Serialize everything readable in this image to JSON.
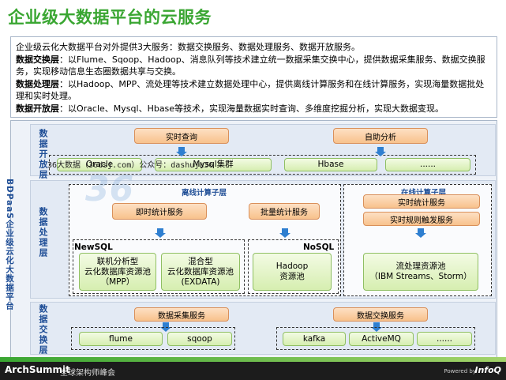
{
  "title": "企业级大数据平台的云服务",
  "intro": {
    "line1": "企业级云化大数据平台对外提供3大服务：数据交换服务、数据处理服务、数据开放服务。",
    "exchange_head": "数据交换层",
    "exchange_text": "：以Flume、Sqoop、Hadoop、消息队列等技术建立统一数据采集交换中心，提供数据采集服务、数据交换服务，实现移动信息生态圈数据共享与交换。",
    "process_head": "数据处理层",
    "process_text": "：以Hadoop、MPP、流处理等技术建立数据处理中心，提供离线计算服务和在线计算服务，实现海量数据批处理和实时处理。",
    "open_head": "数据开放层",
    "open_text": "：以Oracle、Mysql、Hbase等技术，实现海量数据实时查询、多维度挖掘分析，实现大数据变现。"
  },
  "platform_label": "BDPaaS企业级云化大数据平台",
  "layers": {
    "open": {
      "label": "数据开放层",
      "services": [
        "实时查询",
        "自助分析"
      ],
      "stores": [
        "Oracle",
        "Mysql集群",
        "Hbase",
        "......"
      ]
    },
    "process": {
      "label": "数据处理层",
      "offline_title": "离线计算子层",
      "online_title": "在线计算子层",
      "offline_services": [
        "即时统计服务",
        "批量统计服务"
      ],
      "online_services": [
        "实时统计服务",
        "实时规则触发服务"
      ],
      "newsql_label": "NewSQL",
      "nosql_label": "NoSQL",
      "mpp_pool": "联机分析型\n云化数据库资源池\n（MPP）",
      "exdata_pool": "混合型\n云化数据库资源池\n(EXDATA)",
      "hadoop_pool": "Hadoop\n资源池",
      "stream_pool": "流处理资源池\n（IBM Streams、Storm）"
    },
    "exchange": {
      "label": "数据交换层",
      "services": [
        "数据采集服务",
        "数据交换服务"
      ],
      "tools": [
        "flume",
        "sqoop",
        "kafka",
        "ActiveMQ",
        "......"
      ]
    }
  },
  "watermark": "36大数据（36dsj.com）公众号：dashuju36",
  "footer": {
    "brand": "ArchSummit",
    "brand_sub": "全球架构师峰会",
    "powered": "Powered by",
    "infoq": "InfoQ"
  },
  "colors": {
    "title_green": "#3aa632",
    "service_orange": "#f8c28c",
    "store_green": "#d6eeb0",
    "arrow_blue": "#2f7fd0",
    "label_blue": "#1f4e96"
  }
}
